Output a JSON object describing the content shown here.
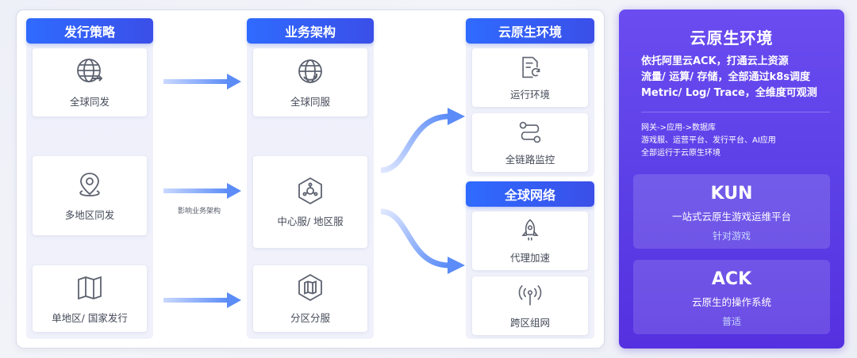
{
  "left_panel": {
    "columns": [
      {
        "header": "发行策略",
        "cards": [
          {
            "label": "全球同发",
            "icon": "globe-arrow-icon"
          },
          {
            "label": "多地区同发",
            "icon": "location-pin-icon"
          },
          {
            "label": "单地区/ 国家发行",
            "icon": "map-icon"
          }
        ]
      },
      {
        "header": "业务架构",
        "cards": [
          {
            "label": "全球同服",
            "icon": "globe-cycle-icon"
          },
          {
            "label": "中心服/ 地区服",
            "icon": "hub-hexagon-icon"
          },
          {
            "label": "分区分服",
            "icon": "map-hexagon-icon"
          }
        ]
      }
    ],
    "arrow_note": "影响业务架构",
    "env_group": {
      "header": "云原生环境",
      "cards": [
        {
          "label": "运行环境",
          "icon": "document-refresh-icon"
        },
        {
          "label": "全链路监控",
          "icon": "link-monitor-icon"
        }
      ]
    },
    "network_group": {
      "header": "全球网络",
      "cards": [
        {
          "label": "代理加速",
          "icon": "rocket-icon"
        },
        {
          "label": "跨区组网",
          "icon": "antenna-icon"
        }
      ]
    }
  },
  "right_panel": {
    "title": "云原生环境",
    "description_lines": [
      "依托阿里云ACK，打通云上资源",
      "流量/ 运算/ 存储，全部通过k8s调度",
      "Metric/ Log/ Trace，全维度可观测"
    ],
    "small_lines": [
      "网关->应用->数据库",
      "游戏服、运营平台、发行平台、AI应用",
      "全部运行于云原生环境"
    ],
    "boxes": [
      {
        "title": "KUN",
        "subtitle": "一站式云原生游戏运维平台",
        "target": "针对游戏"
      },
      {
        "title": "ACK",
        "subtitle": "云原生的操作系统",
        "target": "普适"
      }
    ]
  },
  "colors": {
    "header_blue": "#2f6bff",
    "arrow_blue": "#5b8cf7",
    "right_purple": "#5b3fe6",
    "icon_gray": "#5d6270"
  }
}
